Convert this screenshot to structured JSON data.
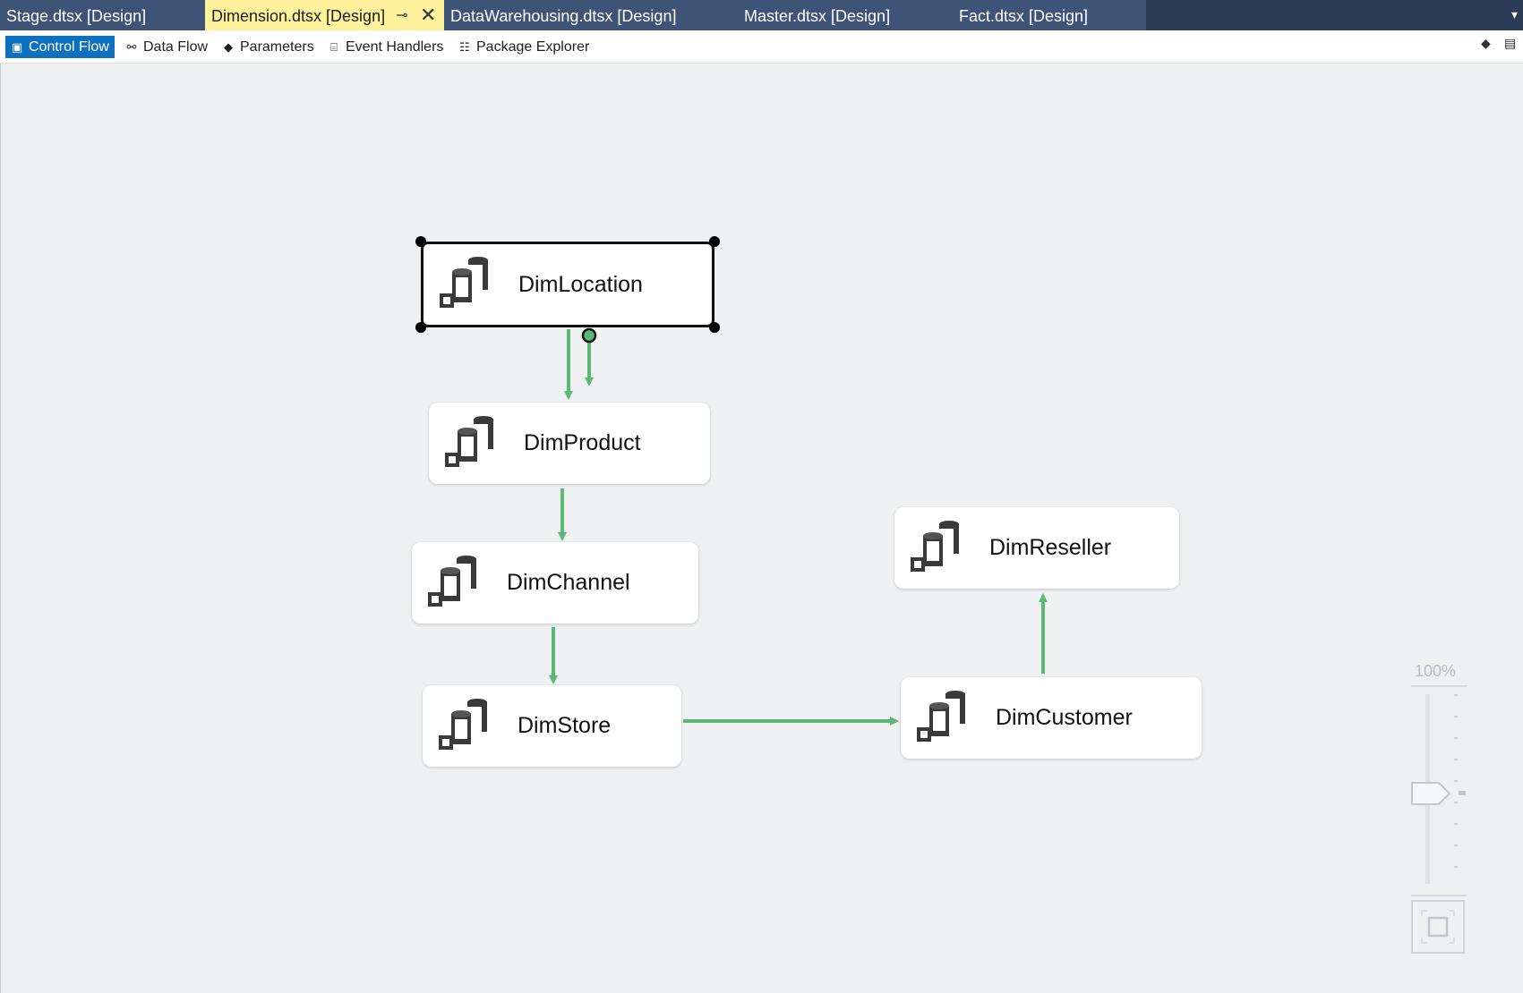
{
  "document_tabs": [
    {
      "label": "Stage.dtsx [Design]",
      "active": false
    },
    {
      "label": "Dimension.dtsx [Design]",
      "active": true
    },
    {
      "label": "DataWarehousing.dtsx [Design]",
      "active": false
    },
    {
      "label": "Master.dtsx [Design]",
      "active": false
    },
    {
      "label": "Fact.dtsx [Design]",
      "active": false
    }
  ],
  "designer_tabs": [
    {
      "label": "Control Flow",
      "icon": "control-flow-icon",
      "active": true
    },
    {
      "label": "Data Flow",
      "icon": "data-flow-icon",
      "active": false
    },
    {
      "label": "Parameters",
      "icon": "parameters-icon",
      "active": false
    },
    {
      "label": "Event Handlers",
      "icon": "event-handlers-icon",
      "active": false
    },
    {
      "label": "Package Explorer",
      "icon": "package-explorer-icon",
      "active": false
    }
  ],
  "tasks": [
    {
      "label": "DimLocation",
      "selected": true
    },
    {
      "label": "DimProduct",
      "selected": false
    },
    {
      "label": "DimChannel",
      "selected": false
    },
    {
      "label": "DimStore",
      "selected": false
    },
    {
      "label": "DimCustomer",
      "selected": false
    },
    {
      "label": "DimReseller",
      "selected": false
    }
  ],
  "precedence": [
    {
      "from": "DimLocation",
      "to": "DimProduct"
    },
    {
      "from": "DimProduct",
      "to": "DimChannel"
    },
    {
      "from": "DimChannel",
      "to": "DimStore"
    },
    {
      "from": "DimStore",
      "to": "DimCustomer"
    },
    {
      "from": "DimCustomer",
      "to": "DimReseller"
    }
  ],
  "zoom": {
    "label": "100%",
    "percent": 100
  },
  "colors": {
    "connector": "#5cb874",
    "active_subtab": "#0e70c0",
    "active_doc_tab": "#fff29d",
    "tab_strip": "#2b3a55"
  }
}
